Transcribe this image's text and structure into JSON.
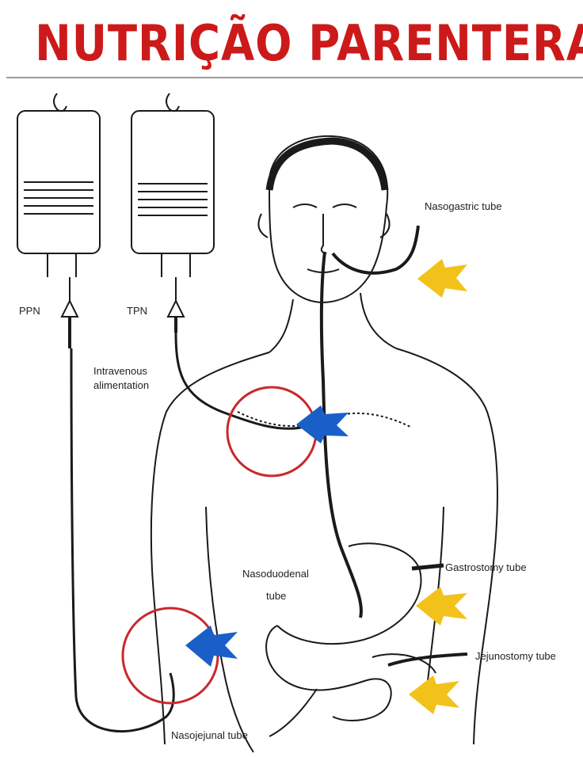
{
  "title": "NUTRIÇÃO PARENTERAL",
  "colors": {
    "title": "#cc1a1a",
    "rule": "#9a9a9a",
    "ink": "#1a1a1a",
    "circle": "#c8282e",
    "blue_arrow": "#1a5fc8",
    "yellow_arrow": "#f2c21a"
  },
  "labels": {
    "ppn": "PPN",
    "tpn": "TPN",
    "intravenous_line1": "Intravenous",
    "intravenous_line2": "alimentation",
    "nasogastric": "Nasogastric tube",
    "nasoduodenal_line1": "Nasoduodenal",
    "nasoduodenal_line2": "tube",
    "gastrostomy": "Gastrostomy tube",
    "jejunostomy": "Jejunostomy tube",
    "nasojejunal": "Nasojejunal tube"
  }
}
